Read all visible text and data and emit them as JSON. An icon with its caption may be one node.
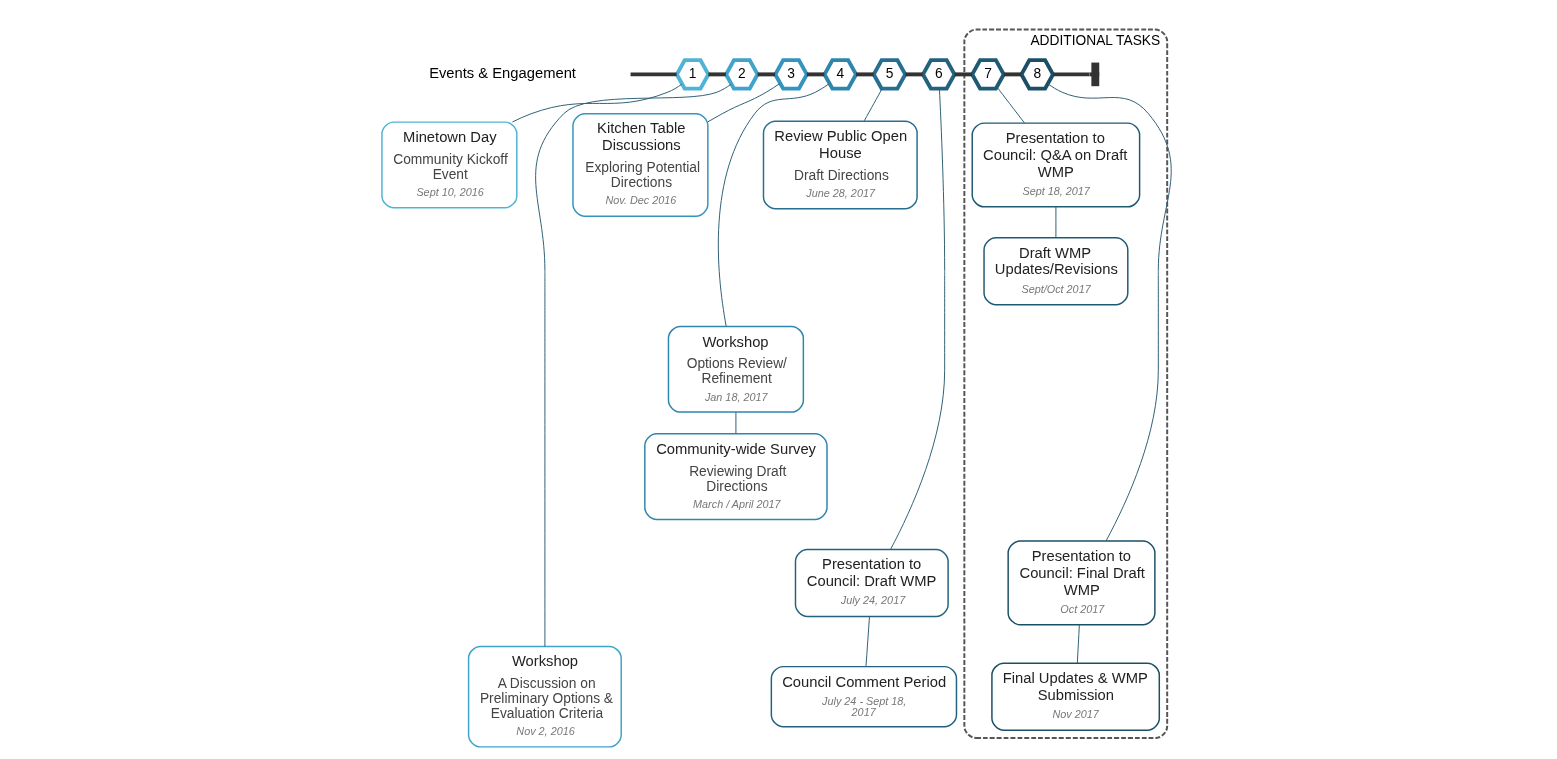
{
  "diagram": {
    "nodes": [
      {
        "text": [
          "1"
        ]
      },
      {
        "text": [
          "2"
        ]
      },
      {
        "text": [
          "3"
        ]
      },
      {
        "text": [
          "4"
        ]
      },
      {
        "text": [
          "5"
        ]
      },
      {
        "text": [
          "6"
        ]
      },
      {
        "text": [
          "ADDITIONAL TASKS"
        ]
      },
      {
        "text": [
          "7"
        ],
        "in": 6
      },
      {
        "text": [
          "8"
        ],
        "in": 6
      },
      {
        "text": [
          "Minetown Day",
          "Community Kickoff Event",
          "Sept 10, 2016"
        ]
      },
      {
        "text": [
          "Kitchen Table Discussions",
          "Exploring Potential Directions",
          "Nov. Dec 2016"
        ]
      },
      {
        "text": [
          "Review Public Open House",
          "Draft Directions",
          "June 28, 2017"
        ]
      },
      {
        "text": [
          "Presentation to Council: Q&A on Draft WMP",
          "Sept 18, 2017"
        ],
        "in": 6
      },
      {
        "text": [
          "Workshop",
          "Options Review/ Refinement",
          "Jan 18, 2017"
        ]
      },
      {
        "text": [
          "Draft WMP Updates/Revisions",
          "Sept/Oct 2017"
        ],
        "in": 6
      },
      {
        "text": [
          "Community-wide Survey",
          "Reviewing Draft Directions",
          "March / April 2017"
        ]
      },
      {
        "text": [
          "Presentation to Council: Draft WMP",
          "July 24, 2017"
        ]
      },
      {
        "text": [
          "Presentation to Council: Final Draft WMP",
          "Oct 2017"
        ],
        "in": 6
      },
      {
        "text": [
          "Workshop",
          "A Discussion on Preliminary Options & Evaluation Criteria",
          "Nov 2, 2016"
        ]
      },
      {
        "text": [
          "Council Comment Period",
          "July 24 - Sept 18, 2017"
        ]
      },
      {
        "text": [
          "Final Updates & WMP Submission",
          "Nov 2017"
        ],
        "in": 6
      }
    ],
    "edges": [
      {
        "from": null,
        "to": 0,
        "arrow": "none",
        "style": "thick"
      },
      {
        "from": 0,
        "to": 1,
        "arrow": "none",
        "style": "thick"
      },
      {
        "from": 1,
        "to": 2,
        "arrow": "none",
        "style": "thick"
      },
      {
        "from": 2,
        "to": 3,
        "arrow": "none",
        "style": "thick"
      },
      {
        "from": 3,
        "to": 4,
        "arrow": "none",
        "style": "thick"
      },
      {
        "from": 4,
        "to": 5,
        "arrow": "none",
        "style": "thick"
      },
      {
        "from": 5,
        "to": 7,
        "arrow": "none",
        "style": "thick"
      },
      {
        "from": 7,
        "to": 8,
        "arrow": "none",
        "style": "thick"
      },
      {
        "from": 8,
        "to": null,
        "arrow": "other",
        "style": "thick"
      },
      {
        "from": 0,
        "to": 9,
        "arrow": "none"
      },
      {
        "from": 1,
        "to": 18,
        "arrow": "none"
      },
      {
        "from": 2,
        "to": 10,
        "arrow": "none"
      },
      {
        "from": 3,
        "to": 13,
        "arrow": "none"
      },
      {
        "from": 13,
        "to": 15,
        "arrow": "none"
      },
      {
        "from": 4,
        "to": 11,
        "arrow": "none"
      },
      {
        "from": 5,
        "to": 16,
        "arrow": "none"
      },
      {
        "from": 16,
        "to": 19,
        "arrow": "none"
      },
      {
        "from": 7,
        "to": 12,
        "arrow": "none"
      },
      {
        "from": 12,
        "to": 14,
        "arrow": "none"
      },
      {
        "from": 8,
        "to": 17,
        "arrow": "none"
      },
      {
        "from": 17,
        "to": 20,
        "arrow": "none"
      }
    ],
    "labels": [
      "Events & Engagement"
    ]
  }
}
